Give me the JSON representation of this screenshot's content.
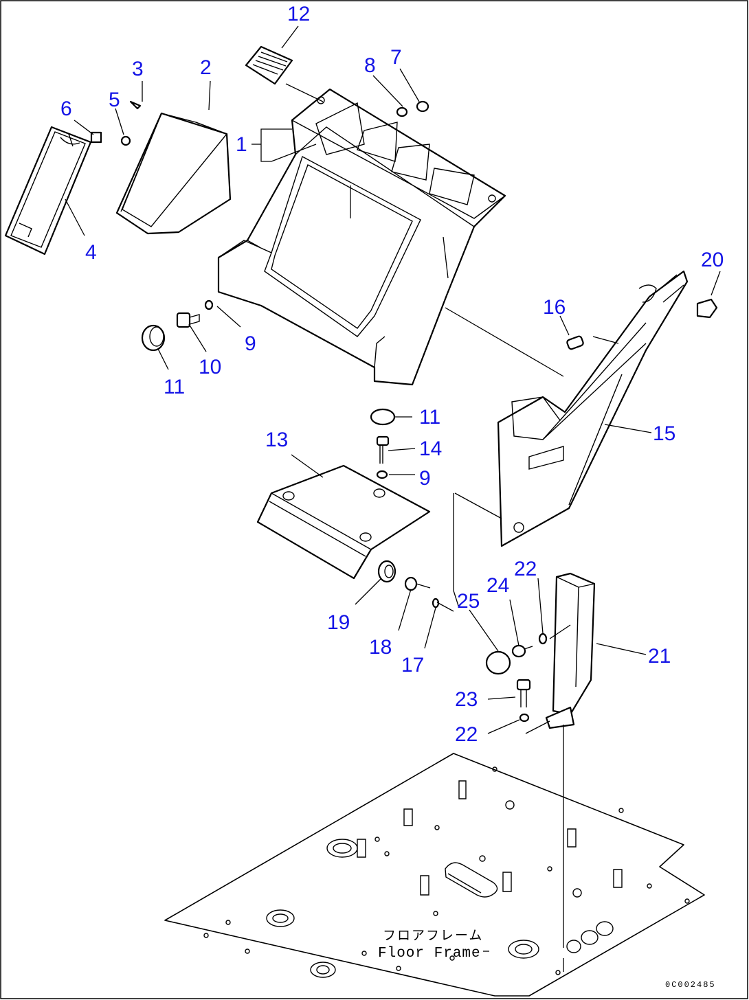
{
  "callouts": [
    "1",
    "2",
    "3",
    "4",
    "5",
    "6",
    "7",
    "8",
    "9",
    "9",
    "10",
    "11",
    "11",
    "12",
    "13",
    "14",
    "15",
    "16",
    "17",
    "18",
    "19",
    "20",
    "21",
    "22",
    "22",
    "23",
    "24",
    "25"
  ],
  "floor_frame": {
    "label_jp": "フロアフレーム",
    "label_en": "Floor Frame"
  },
  "drawing_code": "0C002485",
  "colors": {
    "callout": "#1414e6",
    "line": "#000000",
    "background": "#ffffff"
  }
}
